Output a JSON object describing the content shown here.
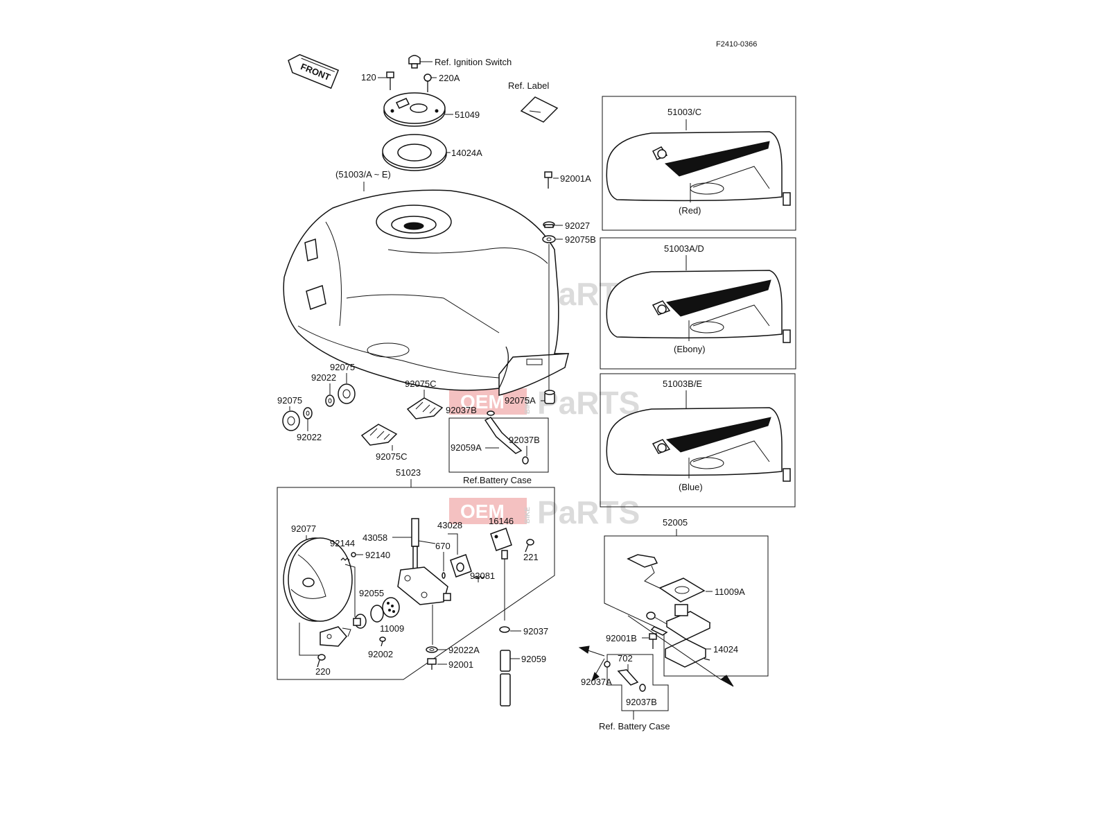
{
  "figure_id": "F2410-0366",
  "front_label": "FRONT",
  "watermark": {
    "oem": "OEM",
    "bike": "BIKE",
    "parts": "PaRTS"
  },
  "labels": {
    "ref_ignition_switch": "Ref. Ignition Switch",
    "p120": "120",
    "p220A": "220A",
    "ref_label": "Ref. Label",
    "p51049": "51049",
    "p14024A": "14024A",
    "tank_set": "(51003/A ~ E)",
    "p92001A": "92001A",
    "p92027": "92027",
    "p92075B": "92075B",
    "p92075_a": "92075",
    "p92022_a": "92022",
    "p92075_b": "92075",
    "p92022_b": "92022",
    "p92075C_a": "92075C",
    "p92075C_b": "92075C",
    "p92075A": "92075A",
    "p92037B_a": "92037B",
    "p92059A": "92059A",
    "p92037B_b": "92037B",
    "ref_battery_case_a": "Ref.Battery Case",
    "p51023": "51023",
    "p92077": "92077",
    "p92144": "92144",
    "p92140": "92140",
    "p43058": "43058",
    "p43028": "43028",
    "p670": "670",
    "p16146": "16146",
    "p221": "221",
    "p92081": "92081",
    "p92055": "92055",
    "p11009": "11009",
    "p92002": "92002",
    "p220": "220",
    "p92022A": "92022A",
    "p92001": "92001",
    "p92037": "92037",
    "p92059": "92059",
    "p52005": "52005",
    "p11009A": "11009A",
    "p92001B": "92001B",
    "p14024": "14024",
    "p702": "702",
    "p92037A": "92037A",
    "p92037B_c": "92037B",
    "ref_battery_case_b": "Ref. Battery Case"
  },
  "variants": [
    {
      "part": "51003/C",
      "color": "(Red)"
    },
    {
      "part": "51003A/D",
      "color": "(Ebony)"
    },
    {
      "part": "51003B/E",
      "color": "(Blue)"
    }
  ]
}
